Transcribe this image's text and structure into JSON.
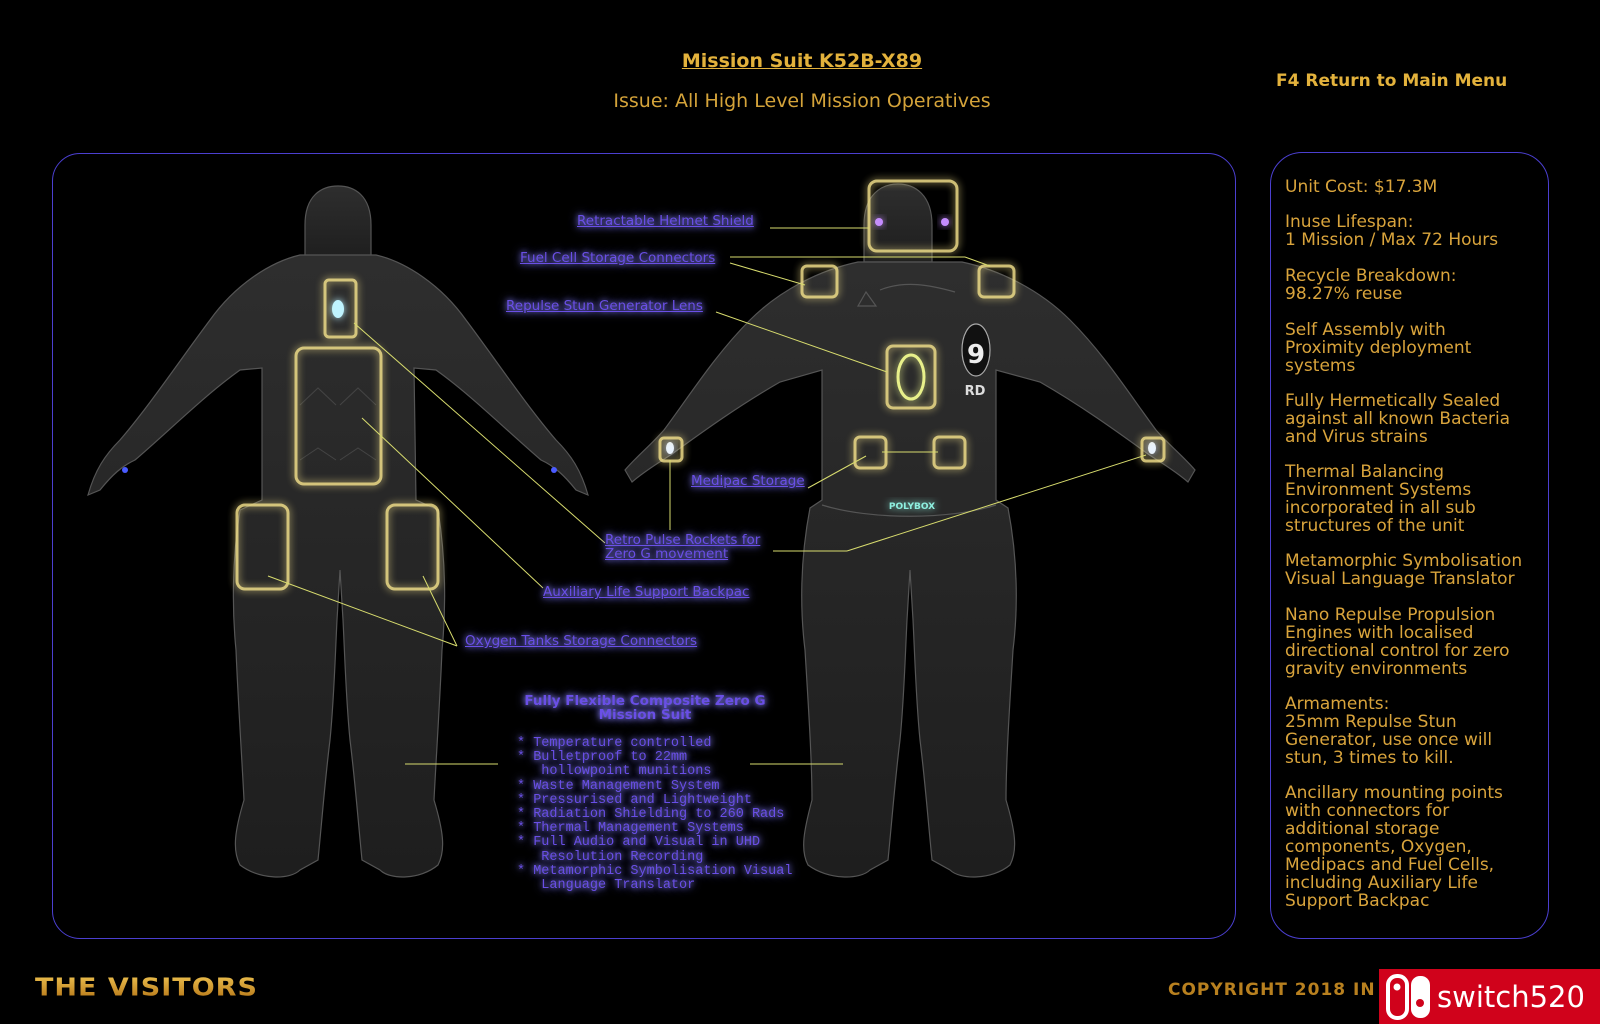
{
  "header": {
    "title": "Mission Suit K52B-X89",
    "subtitle": "Issue: All High Level Mission Operatives",
    "menu_link": "F4 Return to Main Menu"
  },
  "specs": [
    "Unit Cost: $17.3M",
    "Inuse Lifespan:\n1 Mission / Max 72 Hours",
    "Recycle Breakdown:\n98.27% reuse",
    "Self Assembly with\nProximity deployment\nsystems",
    "Fully Hermetically Sealed\nagainst all known Bacteria\nand Virus strains",
    "Thermal Balancing\nEnvironment Systems\nincorporated in all sub\nstructures of the unit",
    "Metamorphic Symbolisation\nVisual Language Translator",
    "Nano Repulse Propulsion\nEngines with localised\ndirectional control for zero\ngravity environments",
    "Armaments:\n25mm Repulse Stun\nGenerator, use once will\nstun, 3 times to kill.",
    "Ancillary mounting points\nwith connectors for\nadditional storage\ncomponents, Oxygen,\nMedipacs and Fuel Cells,\nincluding Auxiliary Life\nSupport Backpac"
  ],
  "callouts": {
    "helmet": "Retractable Helmet Shield",
    "fuel": "Fuel Cell Storage Connectors",
    "lens": "Repulse Stun Generator Lens",
    "medipac": "Medipac Storage",
    "retro": "Retro Pulse Rockets for\nZero G movement",
    "backpac": "Auxiliary Life Support Backpac",
    "oxygen": "Oxygen Tanks Storage Connectors"
  },
  "suit_description": {
    "title": "Fully Flexible Composite Zero G\nMission Suit",
    "features": [
      "* Temperature controlled",
      "* Bulletproof to 22mm",
      "   hollowpoint munitions",
      "* Waste Management System",
      "* Pressurised and Lightweight",
      "* Radiation Shielding to 260 Rads",
      "* Thermal Management Systems",
      "* Full Audio and Visual in UHD",
      "   Resolution Recording",
      "* Metamorphic Symbolisation Visual",
      "   Language Translator"
    ]
  },
  "suit_markings": {
    "chest_number": "9",
    "chest_letters": "RD",
    "belt_logo": "POLYBOX"
  },
  "footer": {
    "logo": "THE VISITORS",
    "copyright": "COPYRIGHT 2018 IN",
    "watermark": "switch520"
  },
  "colors": {
    "gold": "#e3b23c",
    "frame": "#4b3fd0",
    "label": "#6a4fe6",
    "highlight": "#f2e08a"
  }
}
